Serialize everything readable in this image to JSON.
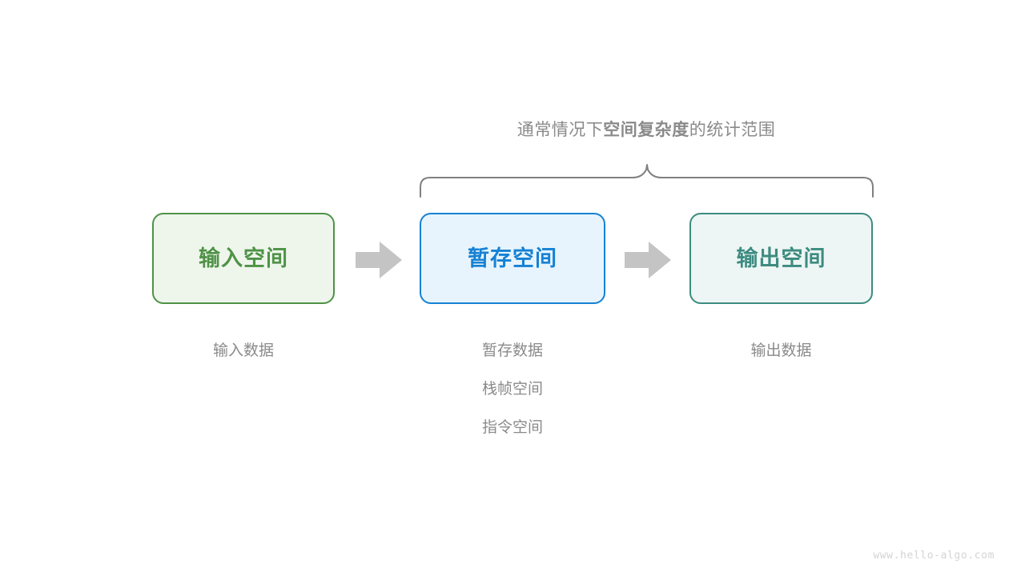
{
  "diagram": {
    "title_caption": {
      "prefix": "通常情况下",
      "emphasis": "空间复杂度",
      "suffix": "的统计范围"
    },
    "brace": {
      "name": "scope-brace",
      "color": "#808080"
    },
    "boxes": [
      {
        "id": "input-space",
        "label": "输入空间",
        "text_color": "#4f9247",
        "border_color": "#4f9247",
        "fill_color": "#eef6ec"
      },
      {
        "id": "temp-space",
        "label": "暂存空间",
        "text_color": "#1681d4",
        "border_color": "#1681d4",
        "fill_color": "#e7f4fd"
      },
      {
        "id": "output-space",
        "label": "输出空间",
        "text_color": "#3d8b80",
        "border_color": "#3d8b80",
        "fill_color": "#edf6f4"
      }
    ],
    "arrows": [
      {
        "id": "arrow-input-to-temp",
        "color": "#c4c4c4"
      },
      {
        "id": "arrow-temp-to-output",
        "color": "#c4c4c4"
      }
    ],
    "captions": {
      "input": [
        "输入数据"
      ],
      "temp": [
        "暂存数据",
        "栈帧空间",
        "指令空间"
      ],
      "output": [
        "输出数据"
      ],
      "color": "#8a8a8a"
    },
    "watermark": "www.hello-algo.com"
  }
}
